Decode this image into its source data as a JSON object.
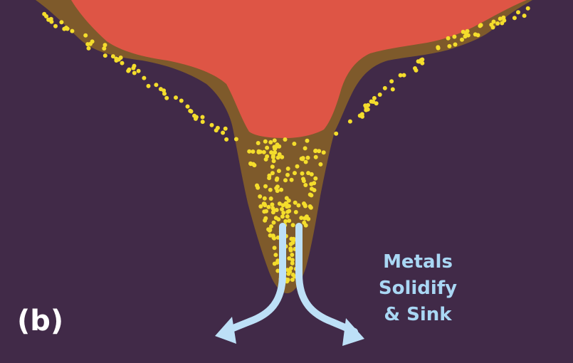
{
  "figure": {
    "panel_label": "(b)",
    "caption_lines": [
      "Metals",
      "Solidify",
      "& Sink"
    ],
    "colors": {
      "background": "#412a48",
      "molten_core": "#de5545",
      "crust": "#7e5a2b",
      "metal_dots": "#f4dd2c",
      "arrows": "#bde0f7",
      "caption_text": "#a9d7f4",
      "label_text": "#ffffff"
    }
  }
}
